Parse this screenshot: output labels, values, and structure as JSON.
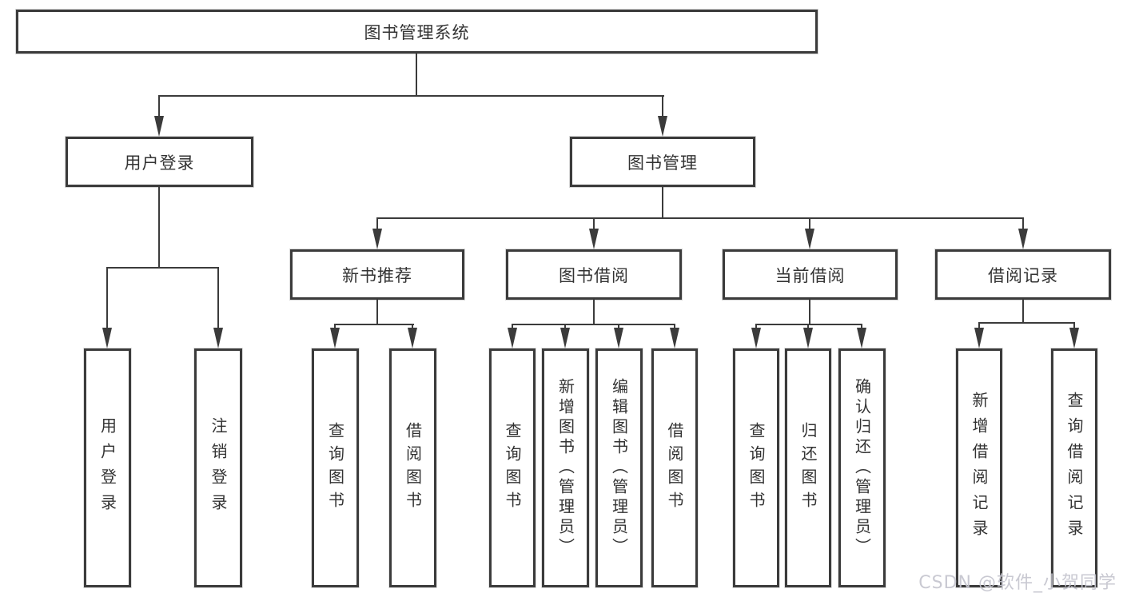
{
  "diagram": {
    "title": "图书管理系统",
    "level2": {
      "user_login": "用户登录",
      "book_mgmt": "图书管理"
    },
    "level3": {
      "new_book": "新书推荐",
      "book_borrow": "图书借阅",
      "current_borrow": "当前借阅",
      "borrow_record": "借阅记录"
    },
    "leaves": {
      "user_login": [
        "用户登录",
        "注销登录"
      ],
      "new_book": [
        "查询图书",
        "借阅图书"
      ],
      "book_borrow": [
        "查询图书",
        "新增图书（管理员）",
        "编辑图书（管理员）",
        "借阅图书"
      ],
      "current_borrow": [
        "查询图书",
        "归还图书",
        "确认归还（管理员）"
      ],
      "borrow_record": [
        "新增借阅记录",
        "查询借阅记录"
      ]
    },
    "colors": {
      "line": "#3b3b3b",
      "text": "#333333",
      "background": "#ffffff",
      "watermark": "#c7c7d0"
    },
    "watermark": "CSDN @软件_小贺同学"
  }
}
